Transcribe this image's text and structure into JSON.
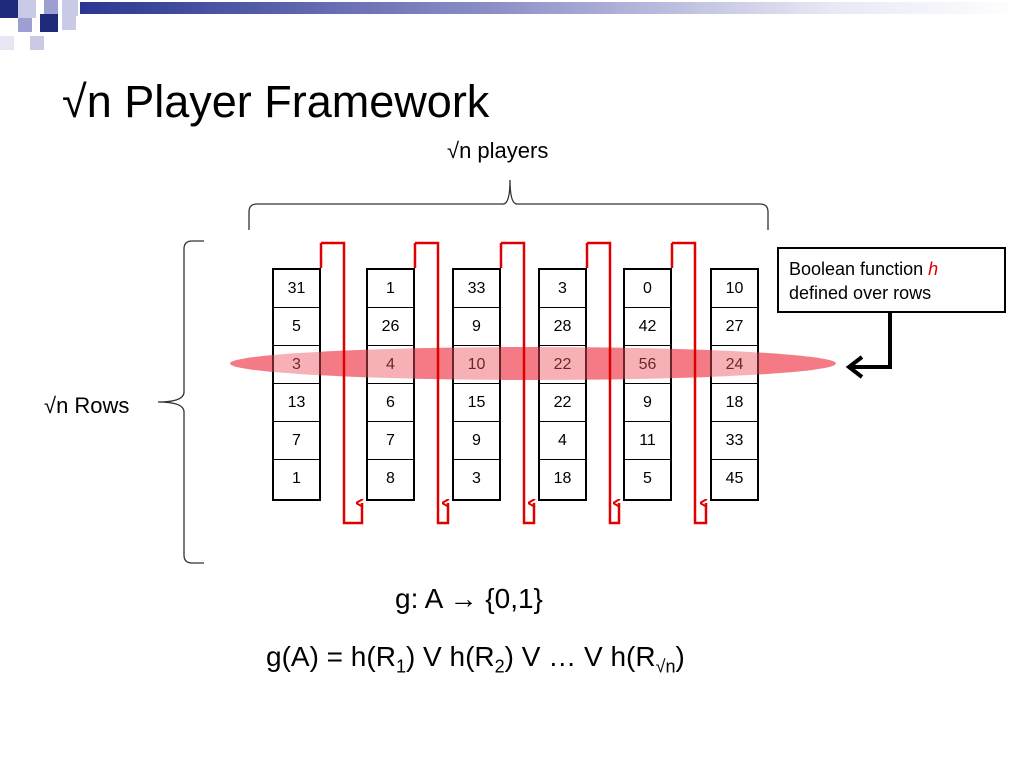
{
  "slide": {
    "title": "√n Player Framework",
    "players_label": "√n players",
    "rows_label": "√n Rows",
    "bool_box": {
      "line1_pre": "Boolean function ",
      "line1_var": "h",
      "line2": "defined over rows"
    },
    "formula1": {
      "lhs": "g: A ",
      "arrow": "→",
      "rhs": " {0,1}"
    },
    "formula2": {
      "p1": "g(A) = h(R",
      "s1": "1",
      "p2": ") V h(R",
      "s2": "2",
      "p3": ") V … V h(R",
      "s3": "√n",
      "p4": ")"
    },
    "columns": [
      [
        "31",
        "5",
        "3",
        "13",
        "7",
        "1"
      ],
      [
        "1",
        "26",
        "4",
        "6",
        "7",
        "8"
      ],
      [
        "33",
        "9",
        "10",
        "15",
        "9",
        "3"
      ],
      [
        "3",
        "28",
        "22",
        "22",
        "4",
        "18"
      ],
      [
        "0",
        "42",
        "56",
        "9",
        "11",
        "5"
      ],
      [
        "10",
        "27",
        "24",
        "18",
        "33",
        "45"
      ]
    ],
    "colors": {
      "path": "#e00000",
      "highlight": "#f0505f",
      "accent_blue": "#1f2a7a"
    }
  }
}
